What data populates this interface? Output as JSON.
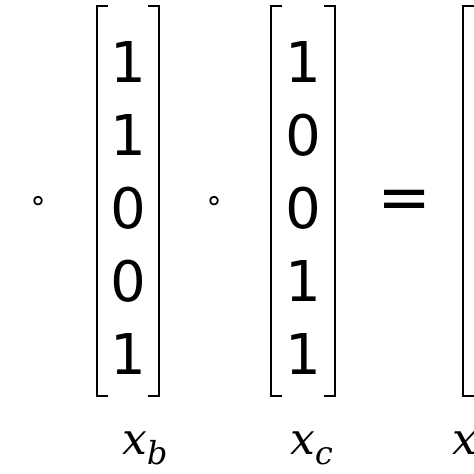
{
  "operators": {
    "compose_symbol": "∘",
    "equals_symbol": "="
  },
  "vectors": [
    {
      "label_base": "x",
      "label_sub": "b",
      "entries": [
        "1",
        "1",
        "0",
        "0",
        "1"
      ]
    },
    {
      "label_base": "x",
      "label_sub": "c",
      "entries": [
        "1",
        "0",
        "0",
        "1",
        "1"
      ]
    }
  ],
  "result_vector": {
    "label_base": "x"
  }
}
